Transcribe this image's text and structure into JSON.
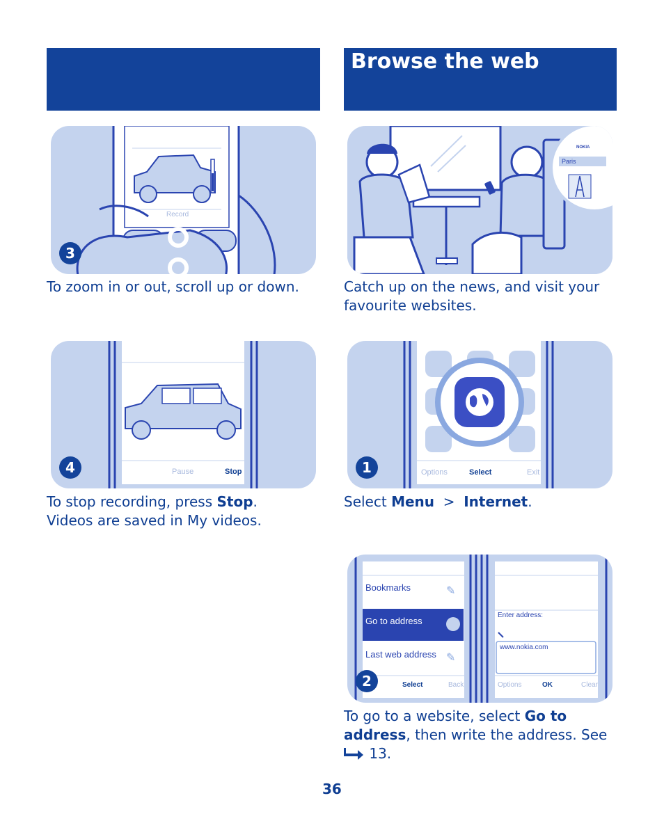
{
  "header": {
    "title": "Browse the web"
  },
  "panels": {
    "zoom": {
      "step": "3",
      "screen_label": "Record",
      "caption": "To zoom in or out, scroll up or down."
    },
    "intro": {
      "screen_label": "Paris",
      "brand": "NOKIA",
      "caption": "Catch up on the news, and visit your favourite websites."
    },
    "stop": {
      "step": "4",
      "softkey_left": "Pause",
      "softkey_right": "Stop",
      "caption_pre": "To stop recording, press ",
      "caption_bold": "Stop",
      "caption_post": ".",
      "caption_line2": "Videos are saved in My videos."
    },
    "menu": {
      "step": "1",
      "softkey_left": "Options",
      "softkey_center": "Select",
      "softkey_right": "Exit",
      "caption_pre": "Select ",
      "caption_bold1": "Menu",
      "caption_sep": "  >  ",
      "caption_bold2": "Internet",
      "caption_post": "."
    },
    "address": {
      "step": "2",
      "menu_items": [
        "Bookmarks",
        "Go to address",
        "Last web address"
      ],
      "left_softkey_center": "Select",
      "left_softkey_right": "Back",
      "enter_label": "Enter address:",
      "url_value": "www.nokia.com",
      "right_softkey_left": "Options",
      "right_softkey_center": "OK",
      "right_softkey_right": "Clear",
      "caption_pre": "To go to a website, select ",
      "caption_bold": "Go to address",
      "caption_mid": ", then write the address. See",
      "caption_ref": " 13."
    }
  },
  "page_number": "36",
  "colors": {
    "brand_blue": "#13439a",
    "panel_bg": "#c4d3ee",
    "line_blue": "#2a44b0",
    "light_blue": "#e2eaf8"
  }
}
